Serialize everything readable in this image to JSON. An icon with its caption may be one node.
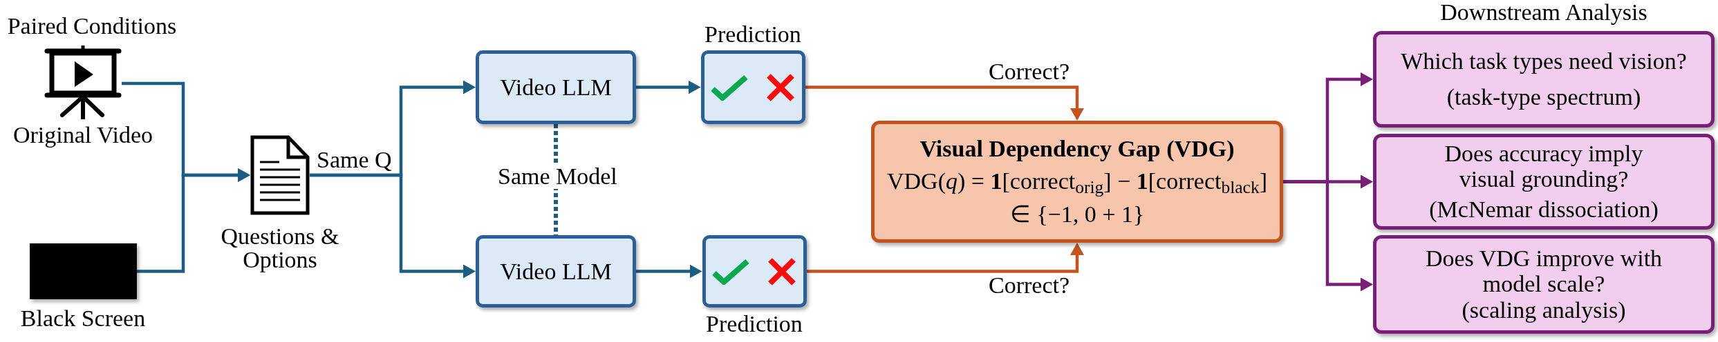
{
  "diagram": {
    "nodes": [
      {
        "text": [
          "Original Video"
        ]
      },
      {
        "text": [
          "Black Screen"
        ]
      },
      {
        "text": [
          "Questions & Options"
        ]
      },
      {
        "text": [
          "Video LLM"
        ]
      },
      {
        "text": [
          "Video LLM"
        ]
      },
      {
        "text": [
          "Prediction"
        ]
      },
      {
        "text": [
          "Prediction"
        ]
      },
      {
        "text": [
          "Visual Dependency Gap (VDG)",
          "VDG(*q*) = **1**[correct$_{orig}$] − **1**[correct$_{black}$]",
          "∈ {−1, 0 + 1}"
        ]
      },
      {
        "text": [
          "Which task types need vision?",
          "(task-type spectrum)"
        ]
      },
      {
        "text": [
          "Does accuracy imply visual grounding?",
          "(McNemar dissociation)"
        ]
      },
      {
        "text": [
          "Does VDG improve with model scale?",
          "(scaling analysis)"
        ]
      }
    ],
    "edges": [
      {
        "from": 0,
        "to": 2,
        "arrow": "to"
      },
      {
        "from": 1,
        "to": 2,
        "arrow": "to"
      },
      {
        "from": 2,
        "to": 3,
        "arrow": "to",
        "label": "Same Q"
      },
      {
        "from": 2,
        "to": 4,
        "arrow": "to"
      },
      {
        "from": 3,
        "to": 4,
        "arrow": "none",
        "style": "dashed",
        "label": "Same Model"
      },
      {
        "from": 3,
        "to": 5,
        "arrow": "to"
      },
      {
        "from": 4,
        "to": 6,
        "arrow": "to"
      },
      {
        "from": 5,
        "to": 7,
        "arrow": "to",
        "label": "Correct?",
        "color": "#c4531c"
      },
      {
        "from": 6,
        "to": 7,
        "arrow": "to",
        "label": "Correct?",
        "color": "#c4531c"
      },
      {
        "from": 7,
        "to": 8,
        "arrow": "to",
        "color": "#7a1f77"
      },
      {
        "from": 7,
        "to": 9,
        "arrow": "to",
        "color": "#7a1f77"
      },
      {
        "from": 7,
        "to": 10,
        "arrow": "to",
        "color": "#7a1f77"
      }
    ],
    "labels": [
      "Paired Conditions",
      "Downstream Analysis"
    ]
  }
}
